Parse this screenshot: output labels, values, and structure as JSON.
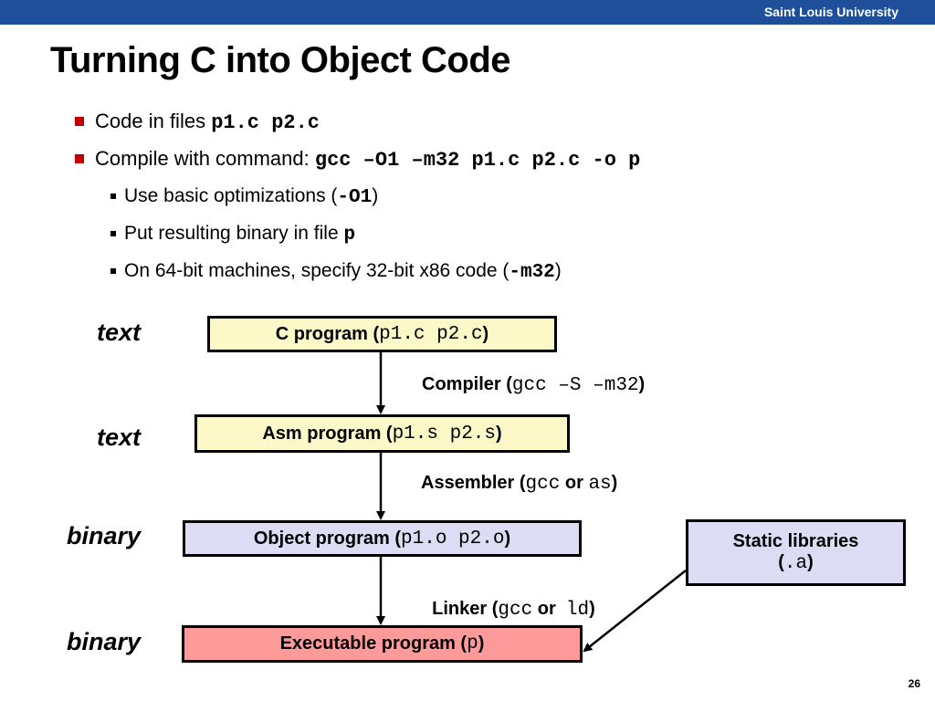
{
  "header": {
    "institution": "Saint Louis University"
  },
  "title": "Turning C into Object Code",
  "bullets": {
    "b1_text": "Code in files ",
    "b1_code": "p1.c p2.c",
    "b2_text": "Compile with command: ",
    "b2_code": "gcc –O1 –m32 p1.c p2.c -o p",
    "s1_text": "Use basic optimizations (",
    "s1_code": "-O1",
    "s1_end": ")",
    "s2_text": "Put resulting binary in file ",
    "s2_code": "p",
    "s3_text": "On 64-bit machines, specify 32-bit x86 code  (",
    "s3_code": "-m32",
    "s3_end": ")"
  },
  "side_labels": {
    "l1": "text",
    "l2": "text",
    "l3": "binary",
    "l4": "binary"
  },
  "boxes": {
    "c_prog": {
      "text": "C program (",
      "code": "p1.c p2.c",
      "end": ")"
    },
    "asm_prog": {
      "text": "Asm program (",
      "code": "p1.s p2.s",
      "end": ")"
    },
    "obj_prog": {
      "text": "Object program (",
      "code": "p1.o p2.o",
      "end": ")"
    },
    "exe_prog": {
      "text": "Executable program (",
      "code": "p",
      "end": ")"
    },
    "static_lib": {
      "text": "Static libraries",
      "code_open": "(",
      "code": ".a",
      "code_close": ")"
    }
  },
  "steps": {
    "compiler": {
      "text": "Compiler (",
      "code": "gcc –S –m32",
      "end": ")"
    },
    "assembler": {
      "text": "Assembler (",
      "code1": "gcc",
      "mid": " or ",
      "code2": "as",
      "end": ")"
    },
    "linker": {
      "text": "Linker (",
      "code1": "gcc",
      "mid": " or  ",
      "code2": "ld",
      "end": ")"
    }
  },
  "page_number": "26",
  "colors": {
    "header_bar": "#1f4e9a",
    "bullet_marker": "#c00000",
    "box_yellow": "#fcf8c8",
    "box_lavender": "#dcdcf5",
    "box_pink": "#ff9a9a"
  }
}
